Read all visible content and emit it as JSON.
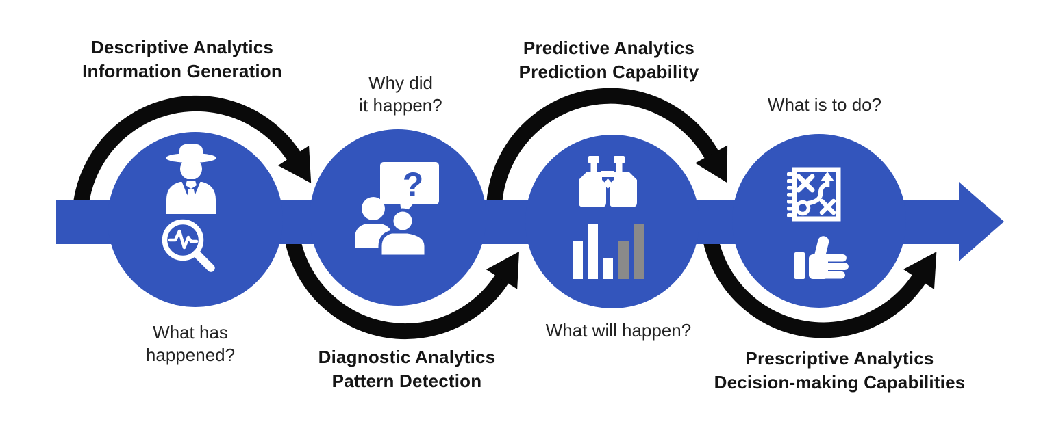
{
  "colors": {
    "accent_blue": "#3355BC",
    "forecast_gray": "#8A8A8A",
    "arrow_black": "#0A0A0A",
    "icon_white": "#FFFFFF",
    "text_dark": "#1A1A1A"
  },
  "flow": {
    "direction": "left-to-right",
    "stage_count": 4
  },
  "stages": [
    {
      "name": "Descriptive",
      "label": {
        "line1": "Descriptive Analytics",
        "line2": "Information Generation",
        "position": "top"
      },
      "question": {
        "line1": "What has",
        "line2": "happened?",
        "position": "bottom"
      },
      "icons": [
        "detective-icon",
        "magnifier-waveform-icon"
      ]
    },
    {
      "name": "Diagnostic",
      "label": {
        "line1": "Diagnostic Analytics",
        "line2": "Pattern Detection",
        "position": "bottom"
      },
      "question": {
        "line1": "Why did",
        "line2": "it happen?",
        "position": "top"
      },
      "icons": [
        "speech-question-icon",
        "people-discussion-icon"
      ]
    },
    {
      "name": "Predictive",
      "label": {
        "line1": "Predictive Analytics",
        "line2": "Prediction Capability",
        "position": "top"
      },
      "question": {
        "line1": "What will happen?",
        "position": "bottom"
      },
      "icons": [
        "binoculars-icon",
        "bar-chart-icon"
      ]
    },
    {
      "name": "Prescriptive",
      "label": {
        "line1": "Prescriptive Analytics",
        "line2": "Decision-making Capabilities",
        "position": "bottom"
      },
      "question": {
        "line1": "What is to do?",
        "position": "top"
      },
      "icons": [
        "strategy-plan-icon",
        "thumbs-up-icon"
      ]
    }
  ],
  "icons": {
    "question_mark": "?"
  }
}
